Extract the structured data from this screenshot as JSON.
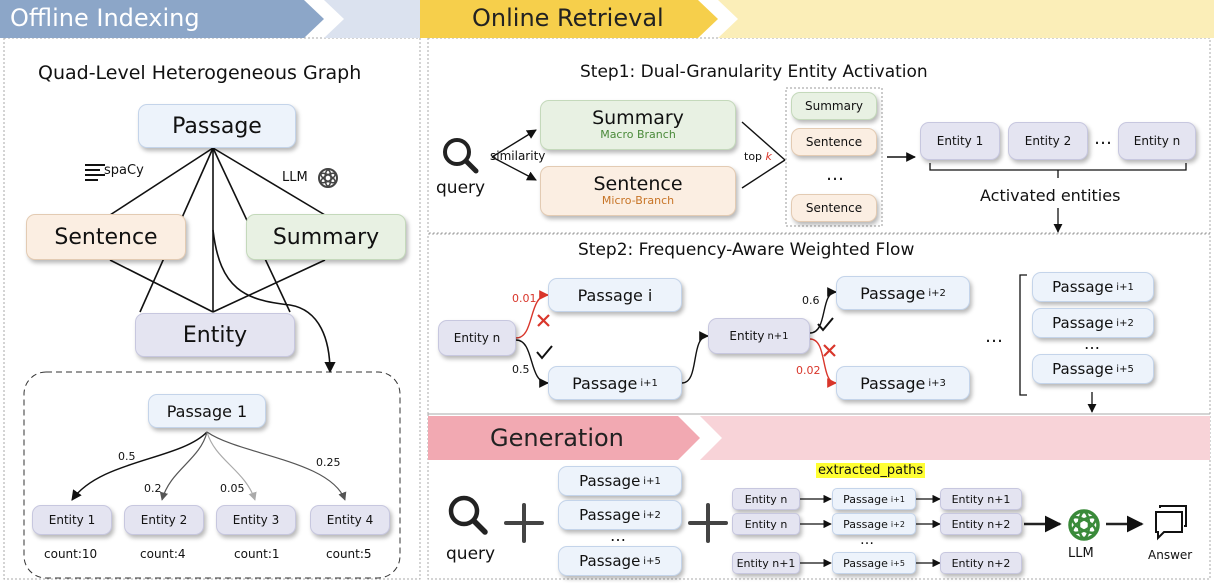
{
  "banners": {
    "offline": "Offline Indexing",
    "online": "Online Retrieval",
    "generation": "Generation"
  },
  "offline": {
    "title": "Quad-Level Heterogeneous Graph",
    "passage": "Passage",
    "sentence": "Sentence",
    "summary": "Summary",
    "entity": "Entity",
    "spacy": "spaCy",
    "llm": "LLM",
    "passage1": "Passage 1",
    "entities": [
      {
        "name": "Entity 1",
        "count": "count:10",
        "weight": "0.5"
      },
      {
        "name": "Entity 2",
        "count": "count:4",
        "weight": "0.2"
      },
      {
        "name": "Entity 3",
        "count": "count:1",
        "weight": "0.05"
      },
      {
        "name": "Entity 4",
        "count": "count:5",
        "weight": "0.25"
      }
    ]
  },
  "step1": {
    "title": "Step1: Dual-Granularity Entity Activation",
    "query": "query",
    "similarity": "similarity",
    "summary": "Summary",
    "macro": "Macro Branch",
    "sentence": "Sentence",
    "micro": "Micro-Branch",
    "top": "top",
    "k": "k",
    "list": [
      "Summary",
      "Sentence",
      "…",
      "Sentence"
    ],
    "entities": [
      "Entity 1",
      "Entity 2",
      "Entity n"
    ],
    "ellipsis": "…",
    "activated": "Activated entities"
  },
  "step2": {
    "title": "Step2: Frequency-Aware Weighted Flow",
    "entity_n": "Entity n",
    "entity_n1": "Entity",
    "entity_n1_sub": "n+1",
    "passage_i": "Passage i",
    "passage": "Passage",
    "sub_i1": "i+1",
    "sub_i2": "i+2",
    "sub_i3": "i+3",
    "sub_i5": "i+5",
    "w001": "0.01",
    "w05": "0.5",
    "w06": "0.6",
    "w002": "0.02",
    "ellipsis": "…",
    "ellipsis_v": "…"
  },
  "generation": {
    "query": "query",
    "plus": "+",
    "passage": "Passage",
    "subs": [
      "i+1",
      "i+2",
      "i+5"
    ],
    "vdots": "…",
    "extracted": "extracted_paths",
    "entity": "Entity",
    "rows": [
      {
        "a": "n",
        "p": "i+1",
        "b": "n+1"
      },
      {
        "a": "n",
        "p": "i+2",
        "b": "n+2"
      },
      {
        "a": "n+1",
        "p": "i+5",
        "b": "n+2"
      }
    ],
    "llm": "LLM",
    "answer": "Answer"
  }
}
